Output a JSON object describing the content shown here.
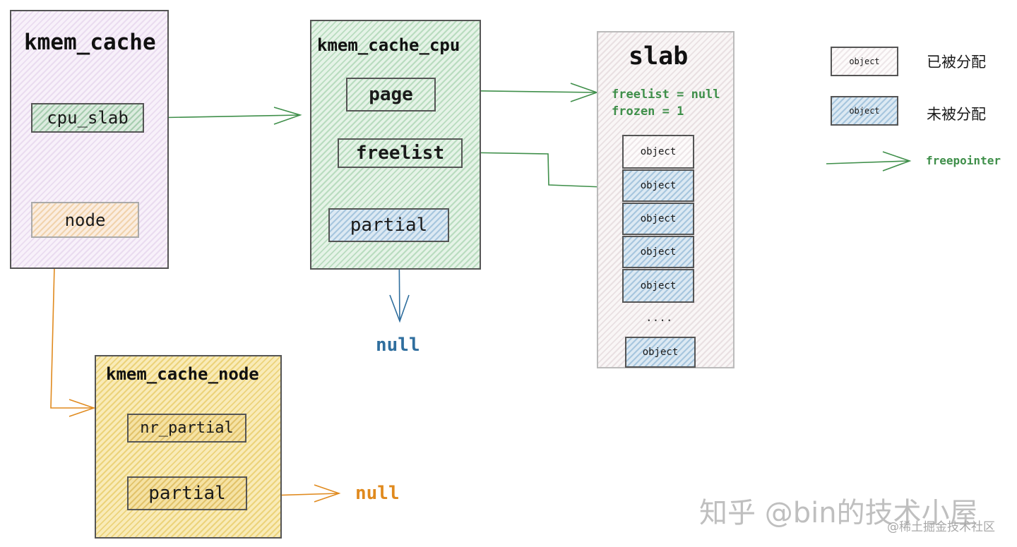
{
  "kmem_cache": {
    "title": "kmem_cache",
    "cpu_slab": "cpu_slab",
    "node": "node"
  },
  "kmem_cache_cpu": {
    "title": "kmem_cache_cpu",
    "page": "page",
    "freelist": "freelist",
    "partial": "partial",
    "partial_target": "null"
  },
  "slab": {
    "title": "slab",
    "freelist_line": "freelist = null",
    "frozen_line": "frozen = 1",
    "objects": [
      "object",
      "object",
      "object",
      "object",
      "object"
    ],
    "ellipsis": "....",
    "last_object": "object"
  },
  "kmem_cache_node": {
    "title": "kmem_cache_node",
    "nr_partial": "nr_partial",
    "partial": "partial",
    "partial_target": "null"
  },
  "legend": {
    "allocated_label": "已被分配",
    "allocated_box": "object",
    "free_label": "未被分配",
    "free_box": "object",
    "arrow_label": "freepointer"
  },
  "watermark": {
    "main": "知乎 @bin的技术小屋",
    "sub": "@稀土掘金技术社区"
  },
  "colors": {
    "green_arrow": "#3f8f4a",
    "orange_arrow": "#e08a1e",
    "blue_arrow": "#2f6e9e"
  }
}
